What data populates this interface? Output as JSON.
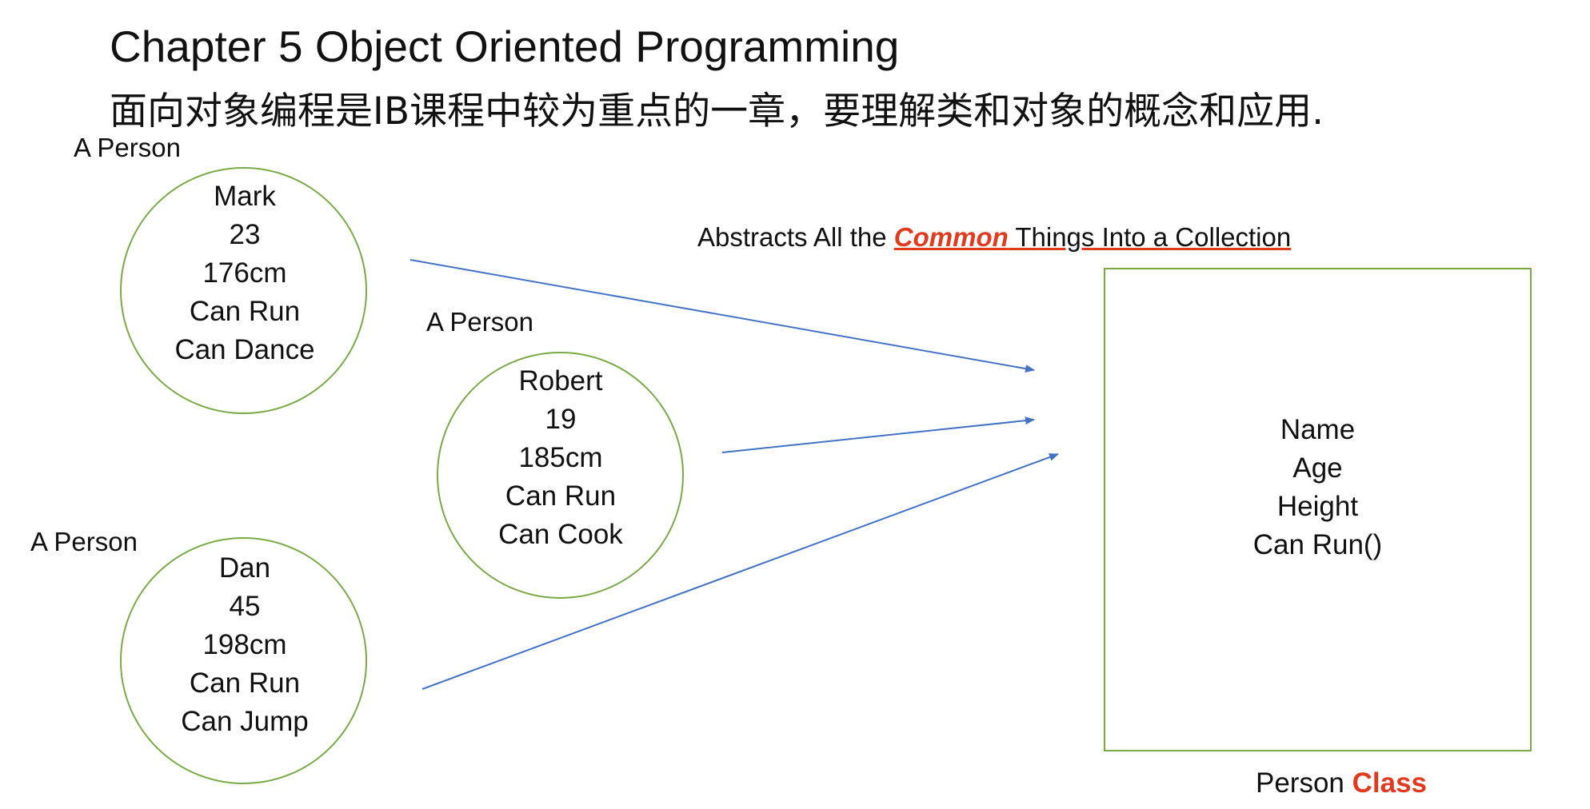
{
  "title": "Chapter 5 Object Oriented Programming",
  "subtitle": "面向对象编程是IB课程中较为重点的一章，要理解类和对象的概念和应用.",
  "persons": [
    {
      "label": "A Person",
      "lines": [
        "Mark",
        "23",
        "176cm",
        "Can Run",
        "Can Dance"
      ]
    },
    {
      "label": "A Person",
      "lines": [
        "Robert",
        "19",
        "185cm",
        "Can Run",
        "Can Cook"
      ]
    },
    {
      "label": "A Person",
      "lines": [
        "Dan",
        "45",
        "198cm",
        "Can Run",
        "Can Jump"
      ]
    }
  ],
  "caption": {
    "before": "Abstracts All the ",
    "highlight": "Common",
    "after": " Things Into a Collection"
  },
  "class_box": {
    "lines": [
      "Name",
      "Age",
      "Height",
      "Can Run()"
    ]
  },
  "class_caption": {
    "prefix": "Person ",
    "highlight": "Class"
  },
  "colors": {
    "circle_border": "#7aaa48",
    "arrow": "#4472c4",
    "highlight": "#e03a1f"
  }
}
